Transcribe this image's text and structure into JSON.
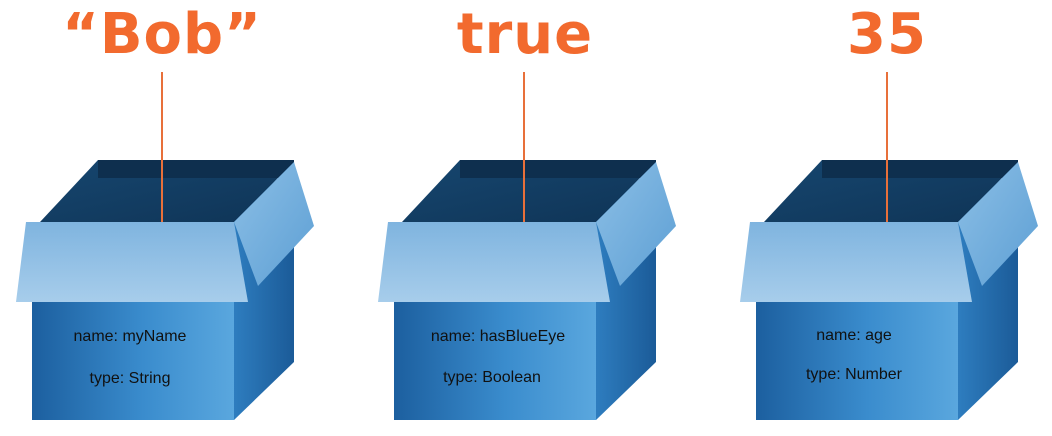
{
  "colors": {
    "value_text": "#f26a2e",
    "connector": "#e8703a",
    "box_front": "#2f7fc2",
    "box_side": "#1f5f9e",
    "box_inside": "#153f66",
    "box_flap": "#8fc0e6"
  },
  "boxes": [
    {
      "value": "“Bob”",
      "name_line": "name: myName",
      "type_line": "type: String"
    },
    {
      "value": "true",
      "name_line": "name: hasBlueEye",
      "type_line": "type: Boolean"
    },
    {
      "value": "35",
      "name_line": "name: age",
      "type_line": "type: Number"
    }
  ]
}
